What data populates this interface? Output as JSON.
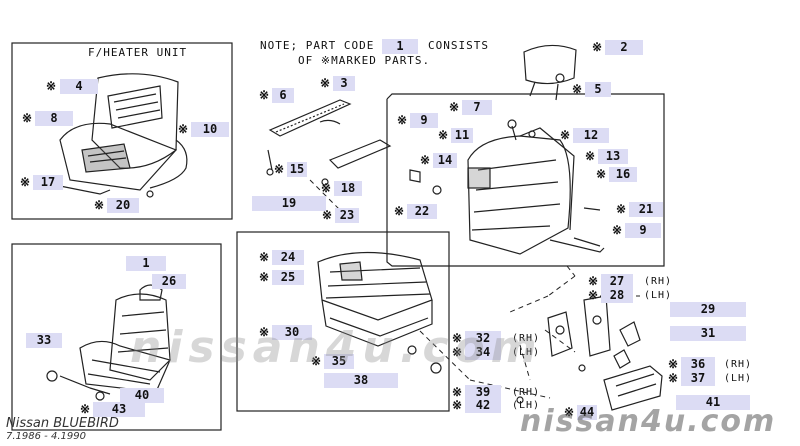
{
  "section_title": "F/HEATER UNIT",
  "note": {
    "prefix": "NOTE; PART CODE",
    "code": "1",
    "suffix": "CONSISTS",
    "line2": "OF ※MARKED PARTS."
  },
  "marker_symbol": "※",
  "labels": {
    "l2": "2",
    "l3": "3",
    "l4": "4",
    "l5": "5",
    "l6": "6",
    "l7": "7",
    "l8": "8",
    "l9a": "9",
    "l9b": "9",
    "l10": "10",
    "l11": "11",
    "l12": "12",
    "l13": "13",
    "l14": "14",
    "l15": "15",
    "l16": "16",
    "l17": "17",
    "l18": "18",
    "l19": "19",
    "l20": "20",
    "l21": "21",
    "l22": "22",
    "l23": "23",
    "l24": "24",
    "l25": "25",
    "l1": "1",
    "l26": "26",
    "l27": "27",
    "l28": "28",
    "l29": "29",
    "l30": "30",
    "l31": "31",
    "l32": "32",
    "l33": "33",
    "l34": "34",
    "l35": "35",
    "l36": "36",
    "l37": "37",
    "l38": "38",
    "l39": "39",
    "l40": "40",
    "l41": "41",
    "l42": "42",
    "l43": "43",
    "l44": "44"
  },
  "side_tags": {
    "rh": "(RH)",
    "lh": "(LH)"
  },
  "watermark": {
    "center": "nissan4u.com",
    "bottom_right": "nissan4u.com"
  },
  "footer": {
    "model": "Nissan BLUEBIRD",
    "dates": "7.1986 - 4.1990"
  }
}
